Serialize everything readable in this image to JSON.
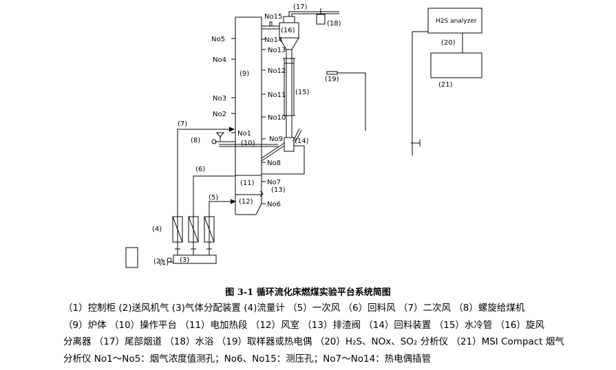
{
  "diagram": {
    "labels": {
      "l1": "(1)",
      "l2": "(2)",
      "l3": "(3)",
      "l4": "(4)",
      "l5": "(5)",
      "l6": "(6)",
      "l7": "(7)",
      "l8": "(8)",
      "l9": "(9)",
      "l10": "(10)",
      "l11": "(11)",
      "l12": "(12)",
      "l13": "(13)",
      "l14": "(14)",
      "l15": "(15)",
      "l16": "(16)",
      "l17": "(17)",
      "l18": "(18)",
      "l19": "(19)",
      "l20": "(20)",
      "l21": "(21)"
    },
    "ports": {
      "no1": "No1",
      "no2": "No2",
      "no3": "No3",
      "no4": "No4",
      "no5": "No5",
      "no6": "No6",
      "no7": "No7",
      "no8": "No8",
      "no9": "No9",
      "no10": "No10",
      "no11": "No11",
      "no12": "No12",
      "no13": "No13",
      "no14": "No14",
      "no15": "No15"
    },
    "analyzer_label": "H2S analyzer"
  },
  "caption": "图 3-1  循环流化床燃煤实验平台系统简图",
  "legend": {
    "line1": "（1）控制柜    (2)送风机气  (3)气体分配装置  (4)流量计   （5）一次风  （6）回料风  （7）二次风  （8）螺旋给煤机",
    "line2": "（9）炉体    （10）操作平台  （11）电加热段  （12）风室  （13）排渣阀  （14）回料装置  （15）水冷管  （16）旋风",
    "line3": "分离器  （17）尾部烟道  （18）水浴  （19）取样器或热电偶  （20）H₂S、NOx、SO₂ 分析仪  （21）MSI Compact 烟气",
    "line4": "分析仪     No1～No5：烟气浓度值测孔；No6、No15：测压孔；No7～No14：热电偶插管"
  }
}
